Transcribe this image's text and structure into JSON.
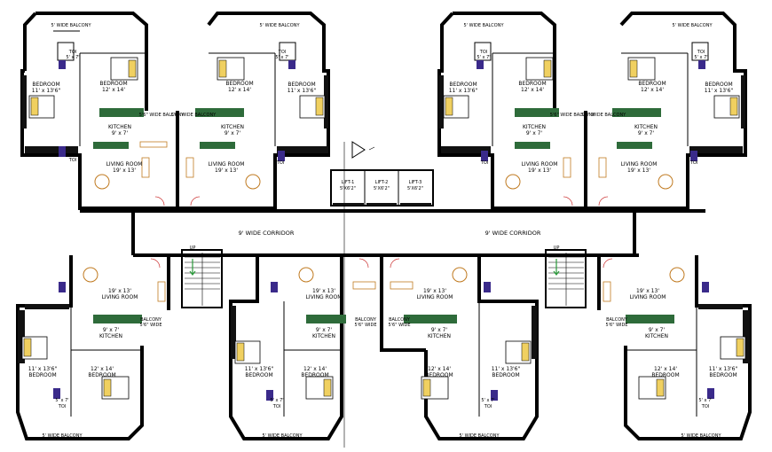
{
  "plan": {
    "balcony_top": "5' WIDE BALCONY",
    "balcony_bottom": "5' WIDE BALCONY",
    "balcony_side": "5'6\" WIDE BALCONY",
    "balcony_lower_a": "BALCONY",
    "balcony_lower_b": "5'6\" WIDE",
    "bedroom": "BEDROOM",
    "bedroom1_size": "12' x 14'",
    "bedroom2_size": "11' x 13'6\"",
    "toilet": "TOI",
    "toilet_size": "5' x 7'",
    "kitchen": "KITCHEN",
    "kitchen_size": "9' x 7'",
    "living": "LIVING ROOM",
    "living_size": "19' x 13'",
    "corridor": "9' WIDE CORRIDOR",
    "up": "UP",
    "lifts": [
      {
        "label": "LIFT-1",
        "size": "5'X6'2\""
      },
      {
        "label": "LIFT-2",
        "size": "5'X6'2\""
      },
      {
        "label": "LIFT-3",
        "size": "5'X6'2\""
      }
    ]
  }
}
